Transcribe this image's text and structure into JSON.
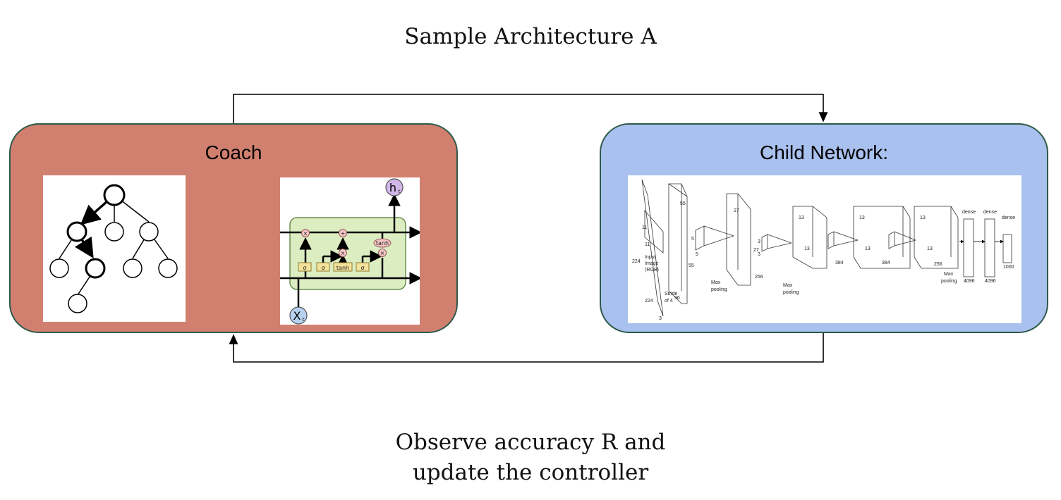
{
  "title": "Sample Architecture A",
  "caption_lines": [
    "Observe accuracy R and",
    "update the controller"
  ],
  "coach": {
    "title": "Coach"
  },
  "child": {
    "title": "Child Network:"
  },
  "lstm_labels": {
    "h": "h",
    "h_sub": "t",
    "x": "X",
    "x_sub": "t",
    "gates": [
      "σ",
      "σ",
      "tanh",
      "σ"
    ],
    "tanh_out": "tanh",
    "mul": "×",
    "add": "+"
  },
  "cnn_labels": {
    "input": [
      "Input",
      "Image",
      "(RGB)"
    ],
    "dims_224_left": "224",
    "dims_224_bottom": "224",
    "dims_3": "3",
    "dims_11a": "11",
    "dims_11b": "11",
    "stride": [
      "Stride",
      "of 4"
    ],
    "dims_55a": "55",
    "dims_55b": "55",
    "dims_96": "96",
    "dims_5a": "5",
    "dims_5b": "5",
    "max_pool_1": [
      "Max",
      "pooling"
    ],
    "dims_27a": "27",
    "dims_27b": "27",
    "dims_256a": "256",
    "dims_3a": "3",
    "dims_3b": "3",
    "max_pool_2": [
      "Max",
      "pooling"
    ],
    "dims_13": "13",
    "dims_384": "384",
    "dims_256b": "256",
    "max_pool_3": [
      "Max",
      "pooling"
    ],
    "dense": "dense",
    "dims_4096": "4096",
    "dims_1000": "1000"
  },
  "colors": {
    "coach_bg": "#d18070",
    "child_bg": "#a9c1ee",
    "lstm_cell": "#dcedc2",
    "gate": "#f5e29a"
  }
}
